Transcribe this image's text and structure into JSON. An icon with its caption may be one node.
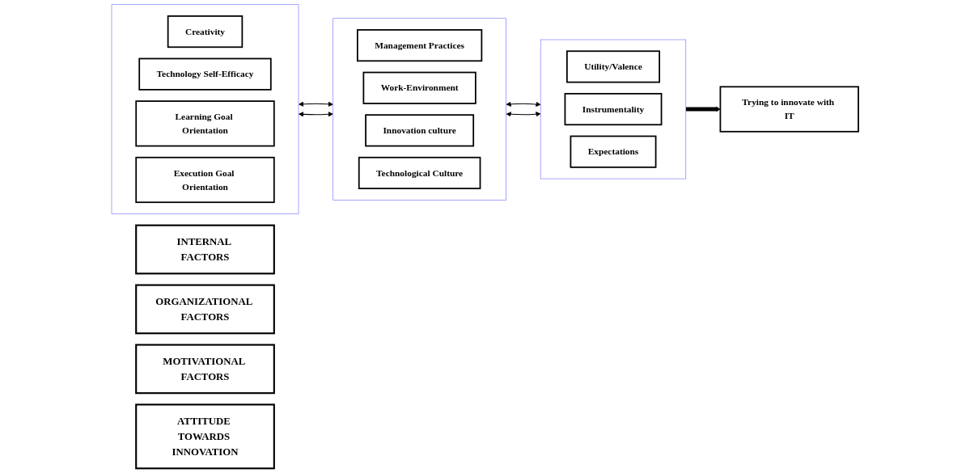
{
  "diagram": {
    "nodes": [
      {
        "text": [
          "INTERNAL FACTORS"
        ]
      },
      {
        "text": [
          "ORGANIZATIONAL FACTORS"
        ]
      },
      {
        "text": [
          "MOTIVATIONAL FACTORS"
        ]
      },
      {
        "text": [
          "ATTITUDE TOWARDS INNOVATION"
        ]
      },
      {
        "text": [],
        "shape": "box"
      },
      {
        "text": [
          "Creativity"
        ],
        "in": 4
      },
      {
        "text": [
          "Technology Self-Efficacy"
        ],
        "in": 4
      },
      {
        "text": [
          "Learning Goal Orientation"
        ],
        "in": 4
      },
      {
        "text": [
          "Execution Goal Orientation"
        ],
        "in": 4
      },
      {
        "text": [],
        "shape": "box"
      },
      {
        "text": [
          "Management Practices"
        ],
        "in": 9
      },
      {
        "text": [
          "Work-Environment"
        ],
        "in": 9
      },
      {
        "text": [
          "Innovation culture"
        ],
        "in": 9
      },
      {
        "text": [
          "Technological Culture"
        ],
        "in": 9
      },
      {
        "text": [],
        "shape": "box"
      },
      {
        "text": [
          "Utility/Valence"
        ],
        "in": 14
      },
      {
        "text": [
          "Instrumentality"
        ],
        "in": 14
      },
      {
        "text": [
          "Expectations"
        ],
        "in": 14
      },
      {
        "text": [
          "Trying to innovate with IT"
        ]
      }
    ],
    "edges": [
      {
        "from": 4,
        "to": 9,
        "arrow": "both"
      },
      {
        "from": 4,
        "to": 9,
        "arrow": "both"
      },
      {
        "from": 9,
        "to": 14,
        "arrow": "both"
      },
      {
        "from": 9,
        "to": 14,
        "arrow": "both"
      },
      {
        "from": 14,
        "to": 18,
        "arrow": "to",
        "style": "thick"
      }
    ]
  }
}
